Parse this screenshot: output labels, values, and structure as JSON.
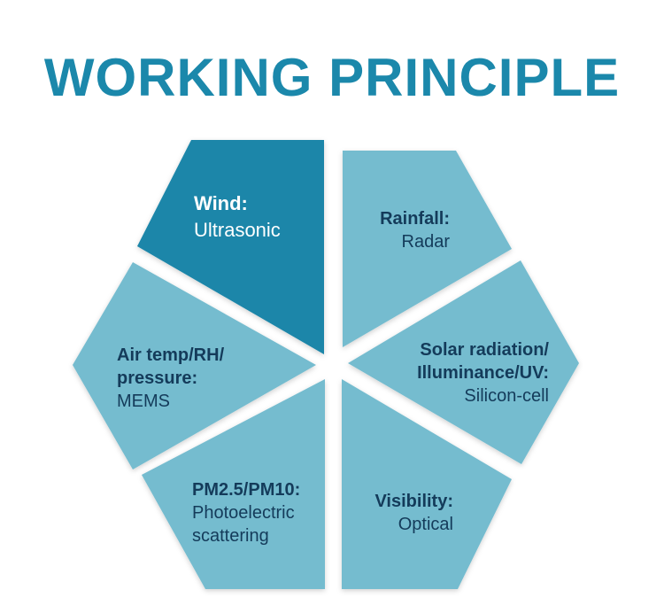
{
  "title": "WORKING PRINCIPLE",
  "colors": {
    "title": "#1b88ab",
    "highlight_segment": "#1b86a9",
    "segment": "#75bccf",
    "label_text": "#143b5a",
    "highlight_text": "#ffffff"
  },
  "segments": [
    {
      "id": "wind",
      "head": "Wind:",
      "body": "Ultrasonic",
      "highlighted": true
    },
    {
      "id": "rainfall",
      "head": "Rainfall:",
      "body": "Radar",
      "highlighted": false
    },
    {
      "id": "solar",
      "head": "Solar radiation/\nIlluminance/UV:",
      "body": "Silicon-cell",
      "highlighted": false
    },
    {
      "id": "visibility",
      "head": "Visibility:",
      "body": "Optical",
      "highlighted": false
    },
    {
      "id": "pm",
      "head": "PM2.5/PM10:",
      "body": "Photoelectric\nscattering",
      "highlighted": false
    },
    {
      "id": "air",
      "head": "Air temp/RH/\npressure:",
      "body": "MEMS",
      "highlighted": false
    }
  ]
}
